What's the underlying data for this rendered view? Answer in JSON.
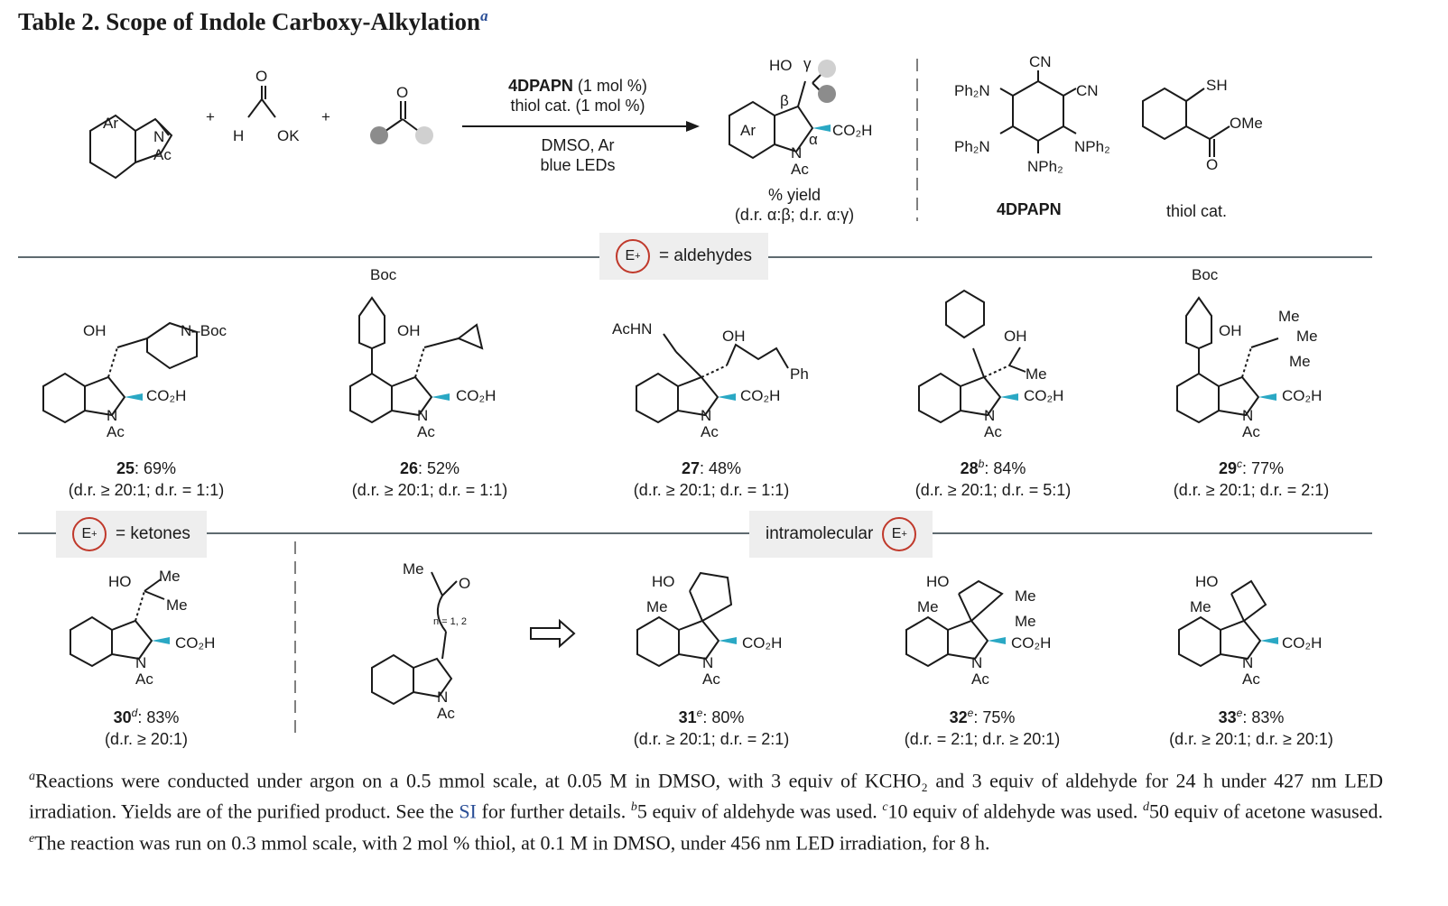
{
  "title": {
    "text": "Table 2. Scope of Indole Carboxy-Alkylation",
    "note": "a"
  },
  "scheme": {
    "plus": "+",
    "reagent_label": "4DPAPN",
    "reagent_amount": "(1 mol %)",
    "thiol_line": "thiol cat. (1 mol %)",
    "solvent": "DMSO, Ar",
    "light": "blue LEDs",
    "yield_label": "% yield",
    "dr_label": "(d.r. α:β; d.r. α:γ)",
    "catalyst_name": "4DPAPN",
    "thiol_name": "thiol cat.",
    "atoms": {
      "Ar": "Ar",
      "N": "N",
      "Ac": "Ac",
      "H": "H",
      "OK": "OK",
      "O": "O",
      "HO": "HO",
      "CO2H": "CO₂H",
      "CN": "CN",
      "Ph2N": "Ph₂N",
      "NPh2": "NPh₂",
      "SH": "SH",
      "OMe": "OMe",
      "alpha": "α",
      "beta": "β",
      "gamma": "γ"
    }
  },
  "sections": {
    "aldehydes": {
      "eplus": "E",
      "label": "= aldehydes"
    },
    "ketones": {
      "eplus": "E",
      "label": "= ketones"
    },
    "intramolecular": {
      "label": "intramolecular",
      "eplus": "E"
    }
  },
  "entries": [
    {
      "num": "25",
      "note": "",
      "yield": ": 69%",
      "dr": "(d.r. ≥ 20:1; d.r. = 1:1)"
    },
    {
      "num": "26",
      "note": "",
      "yield": ": 52%",
      "dr": "(d.r. ≥ 20:1; d.r. = 1:1)"
    },
    {
      "num": "27",
      "note": "",
      "yield": ": 48%",
      "dr": "(d.r. ≥ 20:1; d.r. = 1:1)"
    },
    {
      "num": "28",
      "note": "b",
      "yield": ": 84%",
      "dr": "(d.r. ≥ 20:1; d.r. = 5:1)"
    },
    {
      "num": "29",
      "note": "c",
      "yield": ": 77%",
      "dr": "(d.r. ≥ 20:1; d.r. = 2:1)"
    },
    {
      "num": "30",
      "note": "d",
      "yield": ": 83%",
      "dr": "(d.r. ≥ 20:1)"
    },
    {
      "num": "31",
      "note": "e",
      "yield": ": 80%",
      "dr": "(d.r. ≥ 20:1; d.r. = 2:1)"
    },
    {
      "num": "32",
      "note": "e",
      "yield": ": 75%",
      "dr": "(d.r. = 2:1; d.r. ≥ 20:1)"
    },
    {
      "num": "33",
      "note": "e",
      "yield": ": 83%",
      "dr": "(d.r. ≥ 20:1; d.r. ≥ 20:1)"
    }
  ],
  "labels": {
    "boc": "Boc",
    "nboc": "N–Boc",
    "achn": "AcHN",
    "ph": "Ph",
    "me": "Me",
    "oh": "OH",
    "n12": "n = 1, 2"
  },
  "footnote": {
    "a_mark": "a",
    "a_text": "Reactions were conducted under argon on a 0.5 mmol scale, at 0.05 M in DMSO, with 3 equiv of KCHO₂ and 3 equiv of aldehyde for 24 h under 427 nm LED irradiation. Yields are of the purified product. See the ",
    "si": "SI",
    "a_text2": " for further details. ",
    "b_mark": "b",
    "b_text": "5 equiv of aldehyde was used. ",
    "c_mark": "c",
    "c_text": "10 equiv of aldehyde was used. ",
    "d_mark": "d",
    "d_text": "50 equiv of acetone wasused. ",
    "e_mark": "e",
    "e_text": "The reaction was run on 0.3 mmol scale, with 2 mol % thiol, at 0.1 M in DMSO, under 456 nm LED irradiation, for 8 h."
  },
  "colors": {
    "accent": "#c0392b",
    "wedge": "#2aa8c4",
    "link": "#2a4e96",
    "dots_dark": "#8c8c8c",
    "dots_light": "#d0d0d0"
  }
}
